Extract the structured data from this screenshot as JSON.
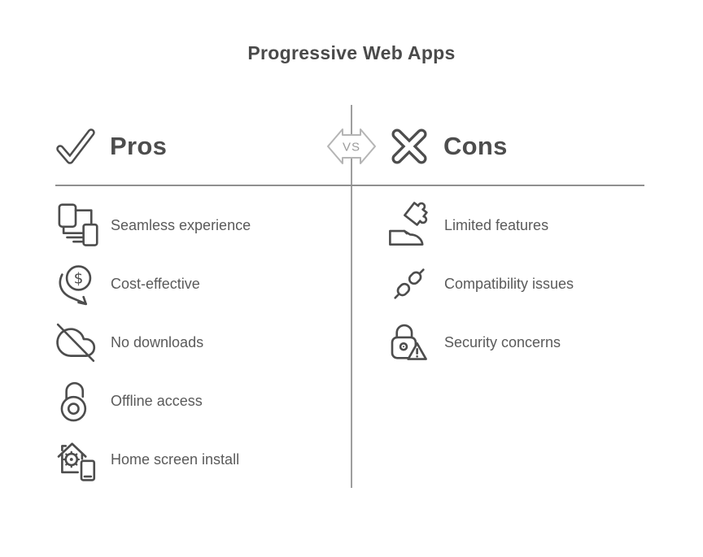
{
  "title": "Progressive Web Apps",
  "vs_badge": {
    "label": "VS"
  },
  "pros": {
    "heading": "Pros",
    "icon": "checkmark-icon",
    "items": [
      {
        "label": "Seamless experience",
        "icon": "devices-icon"
      },
      {
        "label": "Cost-effective",
        "icon": "dollar-decrease-icon"
      },
      {
        "label": "No downloads",
        "icon": "cloud-slash-icon"
      },
      {
        "label": "Offline access",
        "icon": "unlocked-padlock-icon"
      },
      {
        "label": "Home screen install",
        "icon": "home-gear-phone-icon"
      }
    ]
  },
  "cons": {
    "heading": "Cons",
    "icon": "cross-icon",
    "items": [
      {
        "label": "Limited features",
        "icon": "puzzle-hand-icon"
      },
      {
        "label": "Compatibility issues",
        "icon": "broken-link-icon"
      },
      {
        "label": "Security concerns",
        "icon": "lock-warning-icon"
      }
    ]
  },
  "colors": {
    "background": "#ffffff",
    "heading_text": "#4a4a4a",
    "icon_stroke": "#4d4d4d",
    "item_text": "#5a5a5a",
    "divider_line": "#8f8f8f",
    "badge_border": "#b5b5b5",
    "badge_text": "#9c9c9c"
  }
}
